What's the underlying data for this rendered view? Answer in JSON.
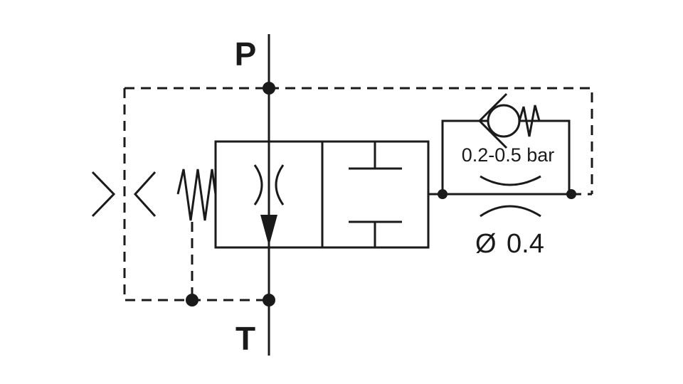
{
  "ports": {
    "pressure": "P",
    "tank": "T"
  },
  "check_valve": {
    "cracking_pressure": "0.2-0.5 bar"
  },
  "orifice": {
    "diameter_symbol": "Ø",
    "diameter_value": "0.4"
  },
  "colors": {
    "line": "#1a1a1a",
    "background": "#ffffff"
  }
}
